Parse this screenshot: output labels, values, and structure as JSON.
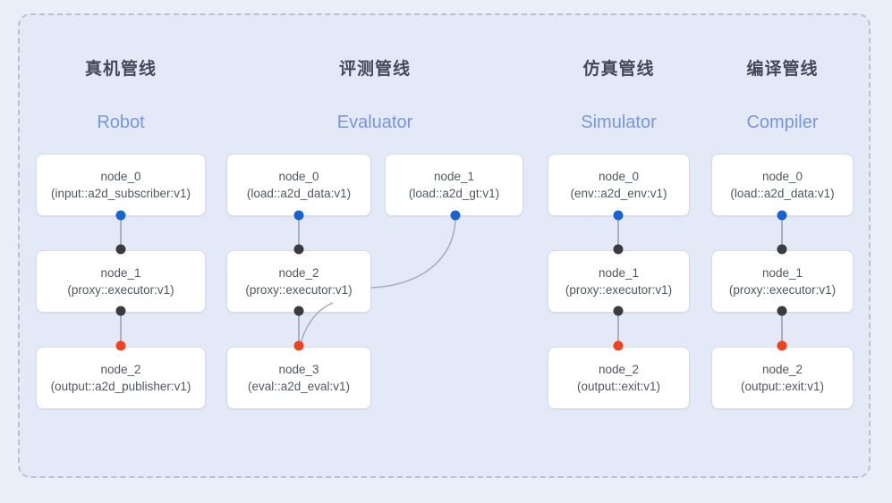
{
  "diagram": {
    "frame": {
      "style": "dashed-rounded-container"
    },
    "colors": {
      "canvas": "#e9eef9",
      "panel": "#e4e9f8",
      "frame_border": "#b9c1d4",
      "node_bg": "#ffffff",
      "node_border": "#d7dbe3",
      "title_text": "#434956",
      "subtitle_text": "#7b95dc",
      "node_text": "#51565f",
      "port_input": "#1763d4",
      "port_middle": "#3b3b3f",
      "port_output": "#f0421e",
      "edge": "#a9b0c0"
    },
    "columns": [
      {
        "title": "真机管线",
        "subtitle": "Robot",
        "nodes": [
          {
            "name": "node_0",
            "type": "(input::a2d_subscriber:v1)"
          },
          {
            "name": "node_1",
            "type": "(proxy::executor:v1)"
          },
          {
            "name": "node_2",
            "type": "(output::a2d_publisher:v1)"
          }
        ]
      },
      {
        "title": "评测管线",
        "subtitle": "Evaluator",
        "nodes": [
          {
            "name": "node_0",
            "type": "(load::a2d_data:v1)"
          },
          {
            "name": "node_2",
            "type": "(proxy::executor:v1)"
          },
          {
            "name": "node_3",
            "type": "(eval::a2d_eval:v1)"
          }
        ],
        "side_nodes": [
          {
            "name": "node_1",
            "type": "(load::a2d_gt:v1)"
          }
        ]
      },
      {
        "title": "仿真管线",
        "subtitle": "Simulator",
        "nodes": [
          {
            "name": "node_0",
            "type": "(env::a2d_env:v1)"
          },
          {
            "name": "node_1",
            "type": "(proxy::executor:v1)"
          },
          {
            "name": "node_2",
            "type": "(output::exit:v1)"
          }
        ]
      },
      {
        "title": "编译管线",
        "subtitle": "Compiler",
        "nodes": [
          {
            "name": "node_0",
            "type": "(load::a2d_data:v1)"
          },
          {
            "name": "node_1",
            "type": "(proxy::executor:v1)"
          },
          {
            "name": "node_2",
            "type": "(output::exit:v1)"
          }
        ]
      }
    ]
  }
}
